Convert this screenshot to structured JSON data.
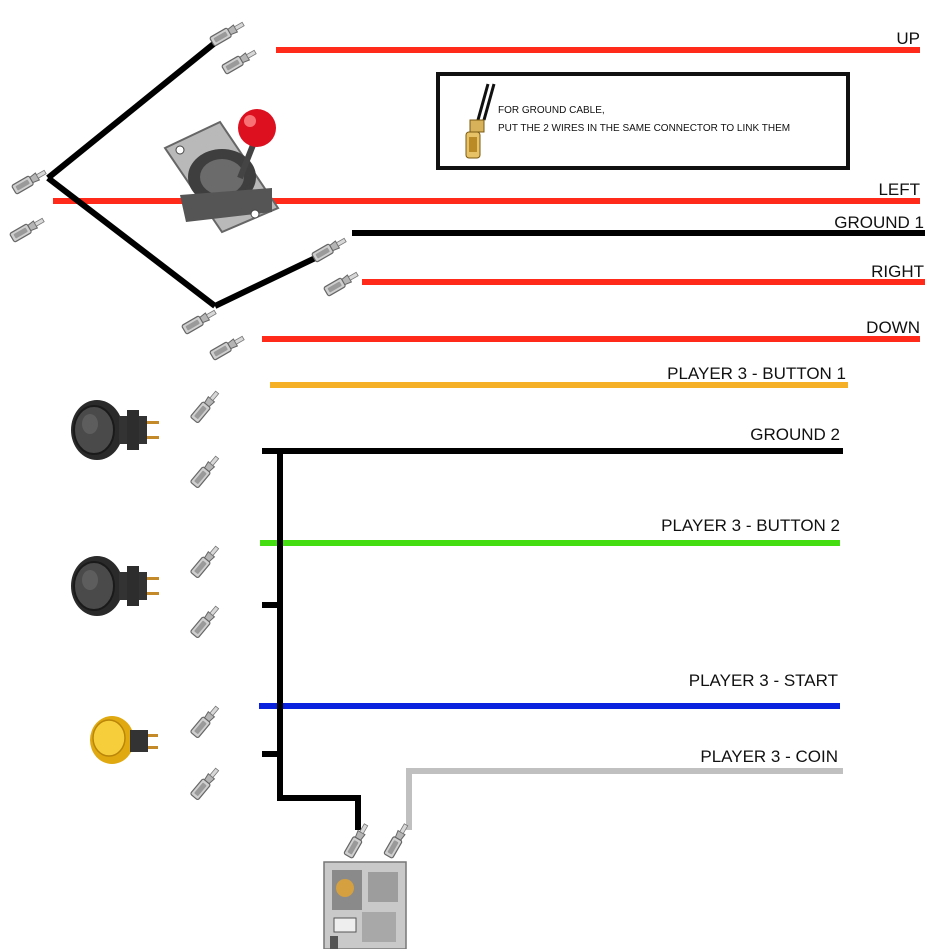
{
  "note": {
    "line1": "FOR GROUND CABLE,",
    "line2": "PUT THE 2 WIRES IN THE SAME CONNECTOR TO LINK THEM"
  },
  "wires": [
    {
      "id": "up",
      "label": "UP",
      "color": "#ff2a1a"
    },
    {
      "id": "left",
      "label": "LEFT",
      "color": "#ff2a1a"
    },
    {
      "id": "ground1",
      "label": "GROUND 1",
      "color": "#000000"
    },
    {
      "id": "right",
      "label": "RIGHT",
      "color": "#ff2a1a"
    },
    {
      "id": "down",
      "label": "DOWN",
      "color": "#ff2a1a"
    },
    {
      "id": "button1",
      "label": "PLAYER 3 - BUTTON 1",
      "color": "#f5b027"
    },
    {
      "id": "ground2",
      "label": "GROUND 2",
      "color": "#000000"
    },
    {
      "id": "button2",
      "label": "PLAYER 3 - BUTTON 2",
      "color": "#44dd11"
    },
    {
      "id": "start",
      "label": "PLAYER 3 - START",
      "color": "#0a22dd"
    },
    {
      "id": "coin",
      "label": "PLAYER 3 - COIN",
      "color": "#c0c0c0"
    }
  ],
  "components": {
    "joystick": {
      "icon": "joystick-icon",
      "ball_color": "#dd1020"
    },
    "button_black": {
      "icon": "arcade-button-icon",
      "color": "#3a3a3a"
    },
    "button_yellow": {
      "icon": "arcade-button-icon",
      "color": "#f2c12e"
    },
    "coin_mech": {
      "icon": "coin-mechanism-icon"
    }
  }
}
